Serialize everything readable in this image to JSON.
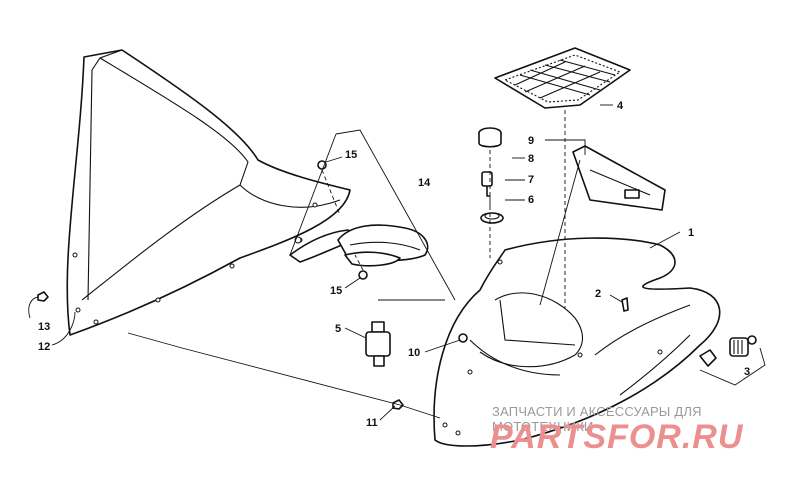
{
  "diagram": {
    "callouts": [
      {
        "id": "c1",
        "label": "1"
      },
      {
        "id": "c2",
        "label": "2"
      },
      {
        "id": "c3",
        "label": "3"
      },
      {
        "id": "c4",
        "label": "4"
      },
      {
        "id": "c5",
        "label": "5"
      },
      {
        "id": "c6",
        "label": "6"
      },
      {
        "id": "c7",
        "label": "7"
      },
      {
        "id": "c8",
        "label": "8"
      },
      {
        "id": "c9",
        "label": "9"
      },
      {
        "id": "c10",
        "label": "10"
      },
      {
        "id": "c11",
        "label": "11"
      },
      {
        "id": "c12",
        "label": "12"
      },
      {
        "id": "c13",
        "label": "13"
      },
      {
        "id": "c14",
        "label": "14"
      },
      {
        "id": "c15a",
        "label": "15"
      },
      {
        "id": "c15b",
        "label": "15"
      }
    ]
  },
  "watermark": {
    "text": "ЗАПЧАСТИ И АКСЕССУАРЫ ДЛЯ МОТОТЕХНИКИ",
    "logo": "PARTSFOR.RU",
    "color": "#ec8f8f"
  }
}
